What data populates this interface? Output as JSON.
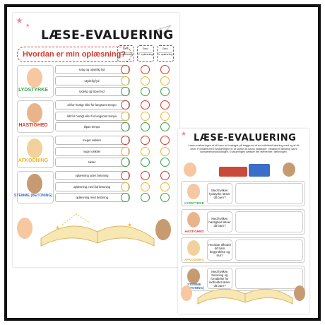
{
  "sheet1": {
    "title": "LÆSE-EVALUERING",
    "question": "Hvordan er min oplæsning?",
    "col_heads": [
      "Dato:\n__________\n1. oplæsning",
      "Dato:\n__________\n2. oplæsning",
      "Dato:\n__________\n3. oplæsning"
    ],
    "categories": [
      {
        "label": "LYDSTYRKE",
        "color": "#3aa24a",
        "criteria": [
          "svag og utydelig lyd",
          "utydelig lyd",
          "tydelig og tilpas lyd"
        ],
        "circle_colors": [
          "#d23b2b",
          "#e8b431",
          "#3aa24a"
        ]
      },
      {
        "label": "HASTIGHED",
        "color": "#d23b2b",
        "criteria": [
          "alt for hurtigt eller for langsomt tempo",
          "lidt for hurtigt eller for langsomt tempo",
          "tilpas tempo"
        ],
        "circle_colors": [
          "#d23b2b",
          "#e8b431",
          "#3aa24a"
        ]
      },
      {
        "label": "AFKODNING",
        "color": "#e8b431",
        "criteria": [
          "meget usikker",
          "noget usikker",
          "sikker"
        ],
        "circle_colors": [
          "#d23b2b",
          "#e8b431",
          "#3aa24a"
        ]
      },
      {
        "label": "STEMME (BETONING)",
        "color": "#3a6ec8",
        "criteria": [
          "oplæsning uden betoning",
          "oplæsning med lidt betoning",
          "oplæsning med betoning"
        ],
        "circle_colors": [
          "#d23b2b",
          "#e8b431",
          "#3aa24a"
        ]
      }
    ]
  },
  "sheet2": {
    "title": "LÆSE-EVALUERING",
    "intro": "Læse-evalueringen af dit barn er foretaget på baggrund af en individuel læsning med og af dit barn. Formålet med evalueringen er at styrke dit barns strategier i relation til læsning samt kompetenceudviklingen. Evalueringen dækker fire elementer i læsningen.",
    "rows": [
      {
        "label": "LYDSTYRKE",
        "color": "#3aa24a",
        "question": "Med hvilken lydstyrke læser dit barn?"
      },
      {
        "label": "HASTIGHED",
        "color": "#d23b2b",
        "question": "Med hvilken hastighed læser dit barn?"
      },
      {
        "label": "AFKODNING",
        "color": "#e8b431",
        "question": "Hvordan afkoder dit barn begyndelse og slut?"
      },
      {
        "label": "STEMME (BETONING)",
        "color": "#3a6ec8",
        "question": "Med hvilken betoning og forståelse for indholdet læser dit barn?"
      }
    ]
  }
}
